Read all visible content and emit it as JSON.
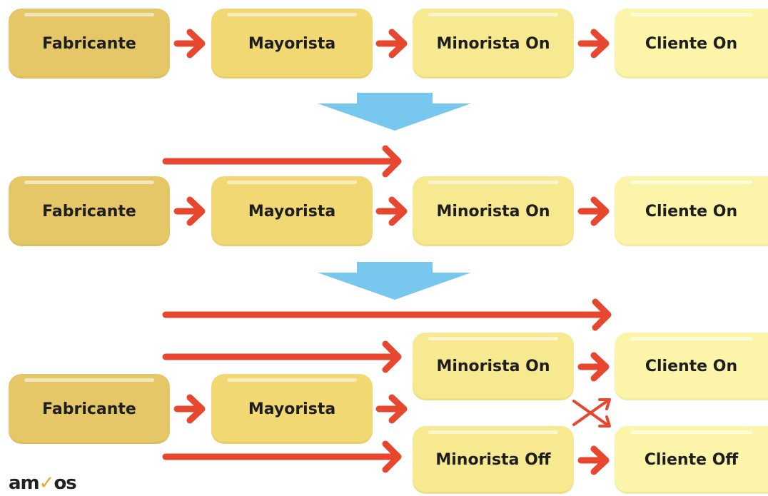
{
  "colors": {
    "fabricante_box": "#e5c767",
    "mayorista_box": "#f1d873",
    "minorista_box": "#f7e98f",
    "cliente_box": "#fbf4a9",
    "flow_arrow": "#e8472f",
    "transition_arrow": "#78c7ee"
  },
  "row1": {
    "fabricante": "Fabricante",
    "mayorista": "Mayorista",
    "minorista_on": "Minorista On",
    "cliente_on": "Cliente On"
  },
  "row2": {
    "fabricante": "Fabricante",
    "mayorista": "Mayorista",
    "minorista_on": "Minorista On",
    "cliente_on": "Cliente On"
  },
  "row3": {
    "fabricante": "Fabricante",
    "mayorista": "Mayorista",
    "minorista_on": "Minorista On",
    "minorista_off": "Minorista Off",
    "cliente_on": "Cliente On",
    "cliente_off": "Cliente Off"
  },
  "logo": {
    "text": "amvos",
    "icon": "check-icon"
  }
}
